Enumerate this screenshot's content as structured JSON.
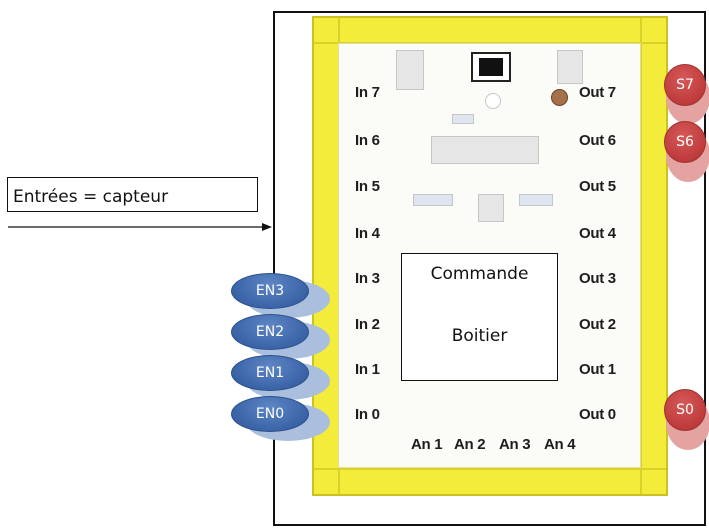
{
  "inputs_label": "Entrées = capteur",
  "command_box": {
    "line1": "Commande",
    "line2": "Boitier"
  },
  "board": {
    "inputs": [
      "In 7",
      "In 6",
      "In 5",
      "In 4",
      "In 3",
      "In 2",
      "In 1",
      "In 0"
    ],
    "outputs": [
      "Out 7",
      "Out 6",
      "Out 5",
      "Out 4",
      "Out 3",
      "Out 2",
      "Out 1",
      "Out 0"
    ],
    "analog": [
      "An 1",
      "An 2",
      "An 3",
      "An 4"
    ]
  },
  "input_markers": [
    "EN3",
    "EN2",
    "EN1",
    "EN0"
  ],
  "output_markers": [
    "S7",
    "S6",
    "S0"
  ],
  "colors": {
    "board_yellow": "#f3ec3a",
    "input_marker_blue": "#3f68ac",
    "output_marker_red": "#c13d3d"
  }
}
